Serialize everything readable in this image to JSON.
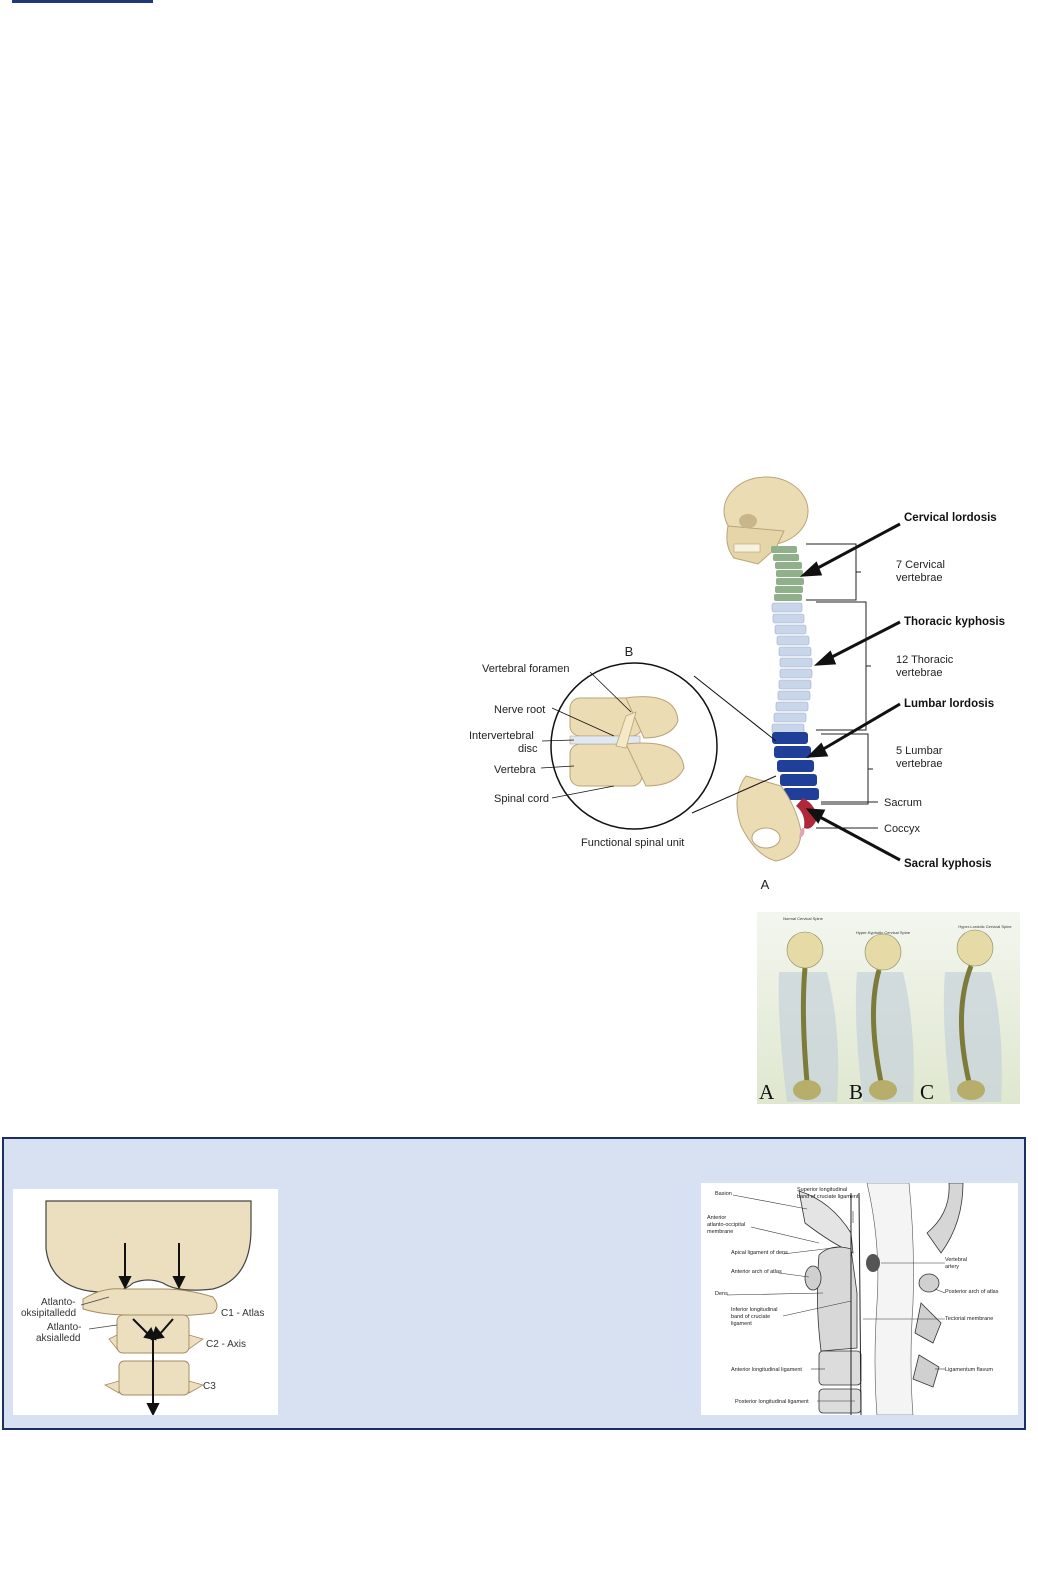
{
  "spine_figure": {
    "panel_b_letter": "B",
    "panel_a_letter": "A",
    "left_labels": {
      "vertebral_foramen": "Vertebral foramen",
      "nerve_root": "Nerve root",
      "intervertebral_1": "Intervertebral",
      "intervertebral_2": "disc",
      "vertebra": "Vertebra",
      "spinal_cord": "Spinal cord",
      "functional_unit": "Functional spinal unit"
    },
    "right_labels": {
      "cervical_lordosis": "Cervical lordosis",
      "cervical_count_1": "7 Cervical",
      "cervical_count_2": "vertebrae",
      "thoracic_kyphosis": "Thoracic kyphosis",
      "thoracic_count_1": "12 Thoracic",
      "thoracic_count_2": "vertebrae",
      "lumbar_lordosis": "Lumbar lordosis",
      "lumbar_count_1": "5 Lumbar",
      "lumbar_count_2": "vertebrae",
      "sacrum": "Sacrum",
      "coccyx": "Coccyx",
      "sacral_kyphosis": "Sacral kyphosis"
    },
    "colors": {
      "cervical": "#8fb08a",
      "thoracic": "#c9d6ea",
      "lumbar": "#1f3f99",
      "sacrum": "#b0283a",
      "bone": "#ecdcb3"
    }
  },
  "posture_figure": {
    "captions": [
      "Normal Cervical Spine",
      "Hyper-Kyphotic Cervical Spine",
      "Hyper-Lordotic Cervical Spine"
    ],
    "letters": [
      "A",
      "B",
      "C"
    ]
  },
  "c1c2_figure": {
    "labels": {
      "atlanto_occ_1": "Atlanto-",
      "atlanto_occ_2": "oksipitalledd",
      "atlanto_ax_1": "Atlanto-",
      "atlanto_ax_2": "aksialledd",
      "c1": "C1 - Atlas",
      "c2": "C2 - Axis",
      "c3": "C3"
    }
  },
  "ligament_figure": {
    "labels": {
      "basion": "Basion",
      "superior_band_1": "Superior longitudinal",
      "superior_band_2": "band of cruciate ligament",
      "anterior_aom_1": "Anterior",
      "anterior_aom_2": "atlanto-occipital",
      "anterior_aom_3": "membrane",
      "apical": "Apical ligament of dens",
      "vertebral_artery_1": "Vertebral",
      "vertebral_artery_2": "artery",
      "anterior_arch": "Anterior arch of atlas",
      "dens": "Dens",
      "posterior_arch": "Posterior arch of atlas",
      "inferior_band_1": "Inferior longitudinal",
      "inferior_band_2": "band of cruciate",
      "inferior_band_3": "ligament",
      "tectorial": "Tectorial membrane",
      "anterior_long": "Anterior longitudinal ligament",
      "flavum": "Ligamentum flavum",
      "posterior_long": "Posterior longitudinal ligament"
    }
  }
}
